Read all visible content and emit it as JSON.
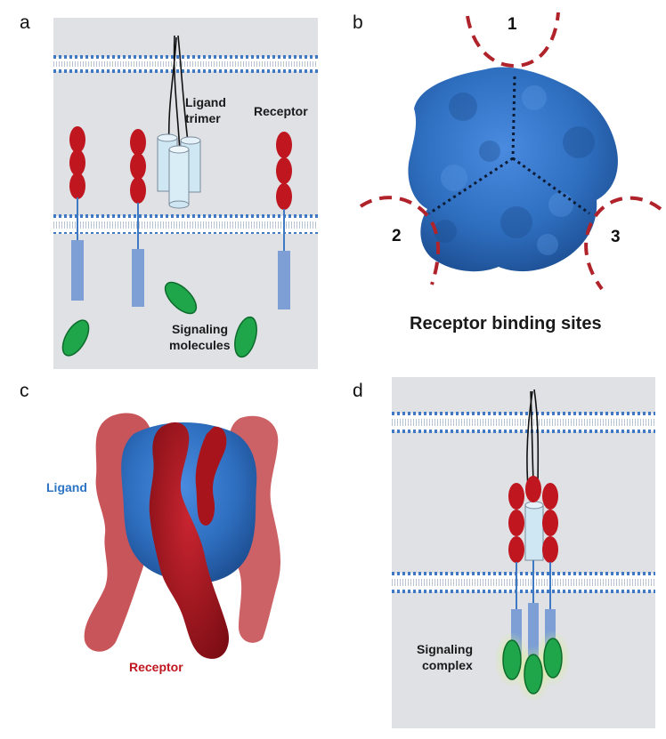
{
  "colors": {
    "cell_background": "#dfe1e5",
    "membrane_blue": "#3f79c4",
    "receptor_red": "#c0161f",
    "signaling_green": "#1fa64a",
    "ligand_light_blue": "#cfe6f3",
    "protein_blue": "#2f6fc0",
    "protein_red": "#a8141c",
    "site_dash_red": "#b0232b"
  },
  "panels": {
    "a": {
      "letter": "a",
      "ligand_label_line1": "Ligand",
      "ligand_label_line2": "trimer",
      "receptor_label": "Receptor",
      "signaling_label_line1": "Signaling",
      "signaling_label_line2": "molecules"
    },
    "b": {
      "letter": "b",
      "site_1": "1",
      "site_2": "2",
      "site_3": "3",
      "caption": "Receptor binding sites"
    },
    "c": {
      "letter": "c",
      "ligand_label": "Ligand",
      "receptor_label": "Receptor"
    },
    "d": {
      "letter": "d",
      "complex_label_line1": "Signaling",
      "complex_label_line2": "complex"
    }
  }
}
